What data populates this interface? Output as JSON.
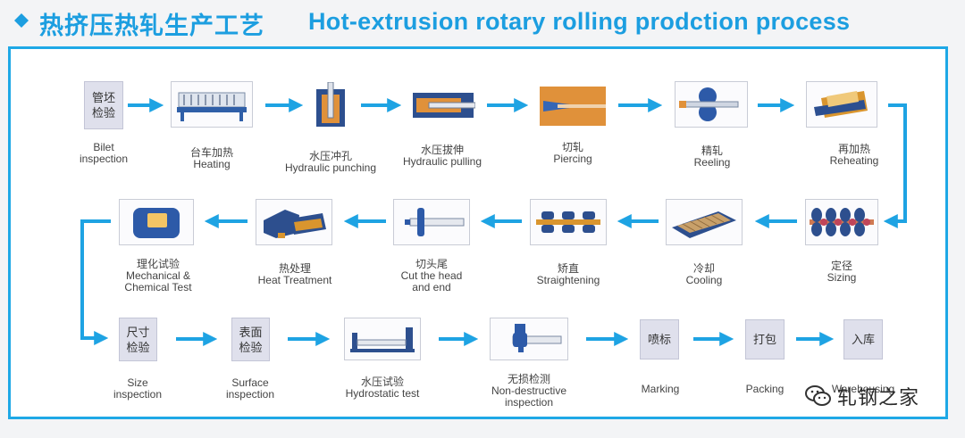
{
  "header": {
    "title_cn": "热挤压热轧生产工艺",
    "title_en": "Hot-extrusion rotary rolling prodction process"
  },
  "colors": {
    "accent": "#1c9ee0",
    "frame": "#1ea8e6",
    "arrow": "#1ea3e3"
  },
  "steps": [
    {
      "id": "billet-inspection",
      "box_text": [
        "管坯",
        "检验"
      ],
      "label_cn": "",
      "label_en": [
        "Bilet",
        "inspection"
      ]
    },
    {
      "id": "heating",
      "label_cn": "台车加热",
      "label_en": [
        "Heating"
      ],
      "icon": "furnace-icon"
    },
    {
      "id": "hydraulic-punching",
      "label_cn": "水压冲孔",
      "label_en": [
        "Hydraulic punching"
      ],
      "icon": "punch-icon"
    },
    {
      "id": "hydraulic-pulling",
      "label_cn": "水压拔伸",
      "label_en": [
        "Hydraulic pulling"
      ],
      "icon": "pulling-icon"
    },
    {
      "id": "piercing",
      "label_cn": "切轧",
      "label_en": [
        "Piercing"
      ],
      "icon": "piercing-icon"
    },
    {
      "id": "reeling",
      "label_cn": "精轧",
      "label_en": [
        "Reeling"
      ],
      "icon": "reeling-icon"
    },
    {
      "id": "reheating",
      "label_cn": "再加热",
      "label_en": [
        "Reheating"
      ],
      "icon": "reheat-furnace-icon"
    },
    {
      "id": "sizing",
      "label_cn": "定径",
      "label_en": [
        "Sizing"
      ],
      "icon": "sizing-rolls-icon"
    },
    {
      "id": "cooling",
      "label_cn": "冷却",
      "label_en": [
        "Cooling"
      ],
      "icon": "cooling-bed-icon"
    },
    {
      "id": "straightening",
      "label_cn": "矫直",
      "label_en": [
        "Straightening"
      ],
      "icon": "straightener-icon"
    },
    {
      "id": "cut-head-end",
      "label_cn": "切头尾",
      "label_en": [
        "Cut the head",
        "and end"
      ],
      "icon": "cutter-icon"
    },
    {
      "id": "heat-treatment",
      "label_cn": "热处理",
      "label_en": [
        "Heat Treatment"
      ],
      "icon": "heat-treat-furnace-icon"
    },
    {
      "id": "mech-chem-test",
      "label_cn": "理化试验",
      "label_en": [
        "Mechanical &",
        "Chemical Test"
      ],
      "icon": "test-machine-icon"
    },
    {
      "id": "size-inspection",
      "box_text": [
        "尺寸",
        "检验"
      ],
      "label_cn": "",
      "label_en": [
        "Size",
        "inspection"
      ]
    },
    {
      "id": "surface-inspection",
      "box_text": [
        "表面",
        "检验"
      ],
      "label_cn": "",
      "label_en": [
        "Surface",
        "inspection"
      ]
    },
    {
      "id": "hydrostatic-test",
      "label_cn": "水压试验",
      "label_en": [
        "Hydrostatic test"
      ],
      "icon": "hydrostatic-press-icon"
    },
    {
      "id": "ndt",
      "label_cn": "无损检测",
      "label_en": [
        "Non-destructive",
        "inspection"
      ],
      "icon": "ndt-probe-icon"
    },
    {
      "id": "marking",
      "box_text": [
        "喷标"
      ],
      "label_cn": "",
      "label_en": [
        "Marking"
      ]
    },
    {
      "id": "packing",
      "box_text": [
        "打包"
      ],
      "label_cn": "",
      "label_en": [
        "Packing"
      ]
    },
    {
      "id": "warehousing",
      "box_text": [
        "入库"
      ],
      "label_cn": "",
      "label_en": [
        "Warehousing"
      ]
    }
  ],
  "watermark": {
    "text": "轧钢之家",
    "icon": "wechat-icon"
  }
}
